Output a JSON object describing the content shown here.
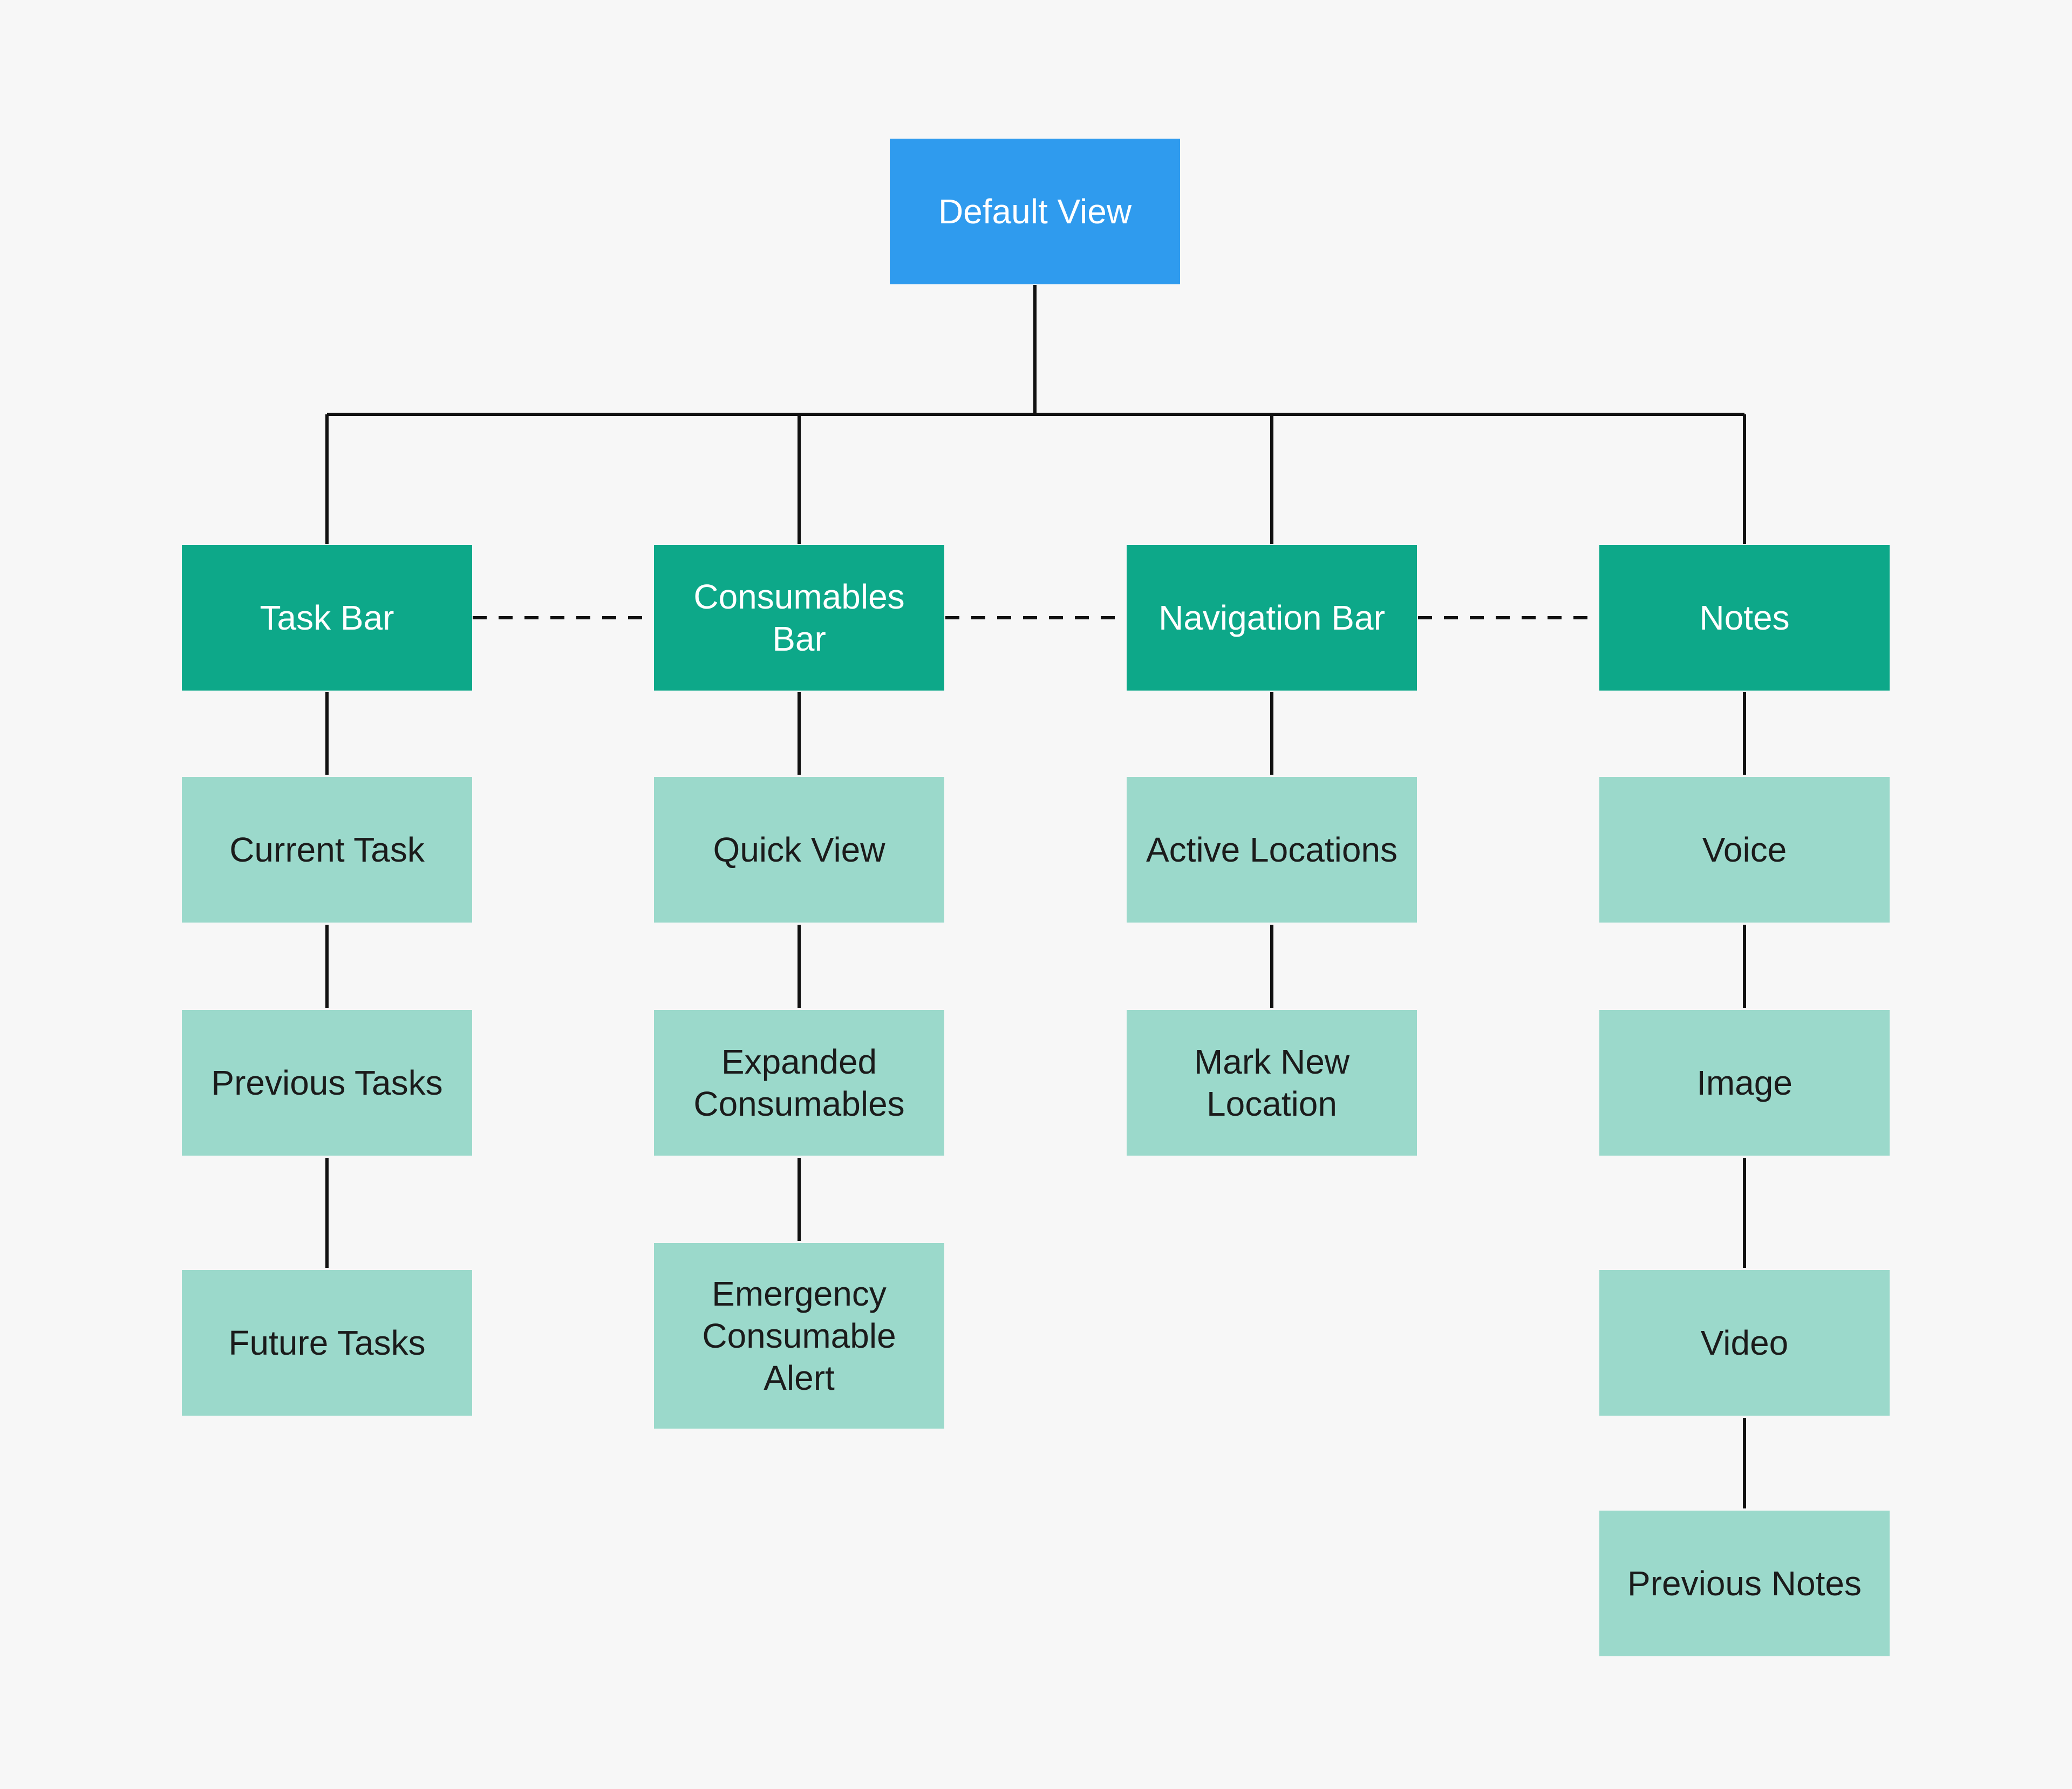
{
  "colors": {
    "background": "#f7f7f7",
    "root": "#2f9bee",
    "group": "#0da889",
    "leaf": "#9bd9cb",
    "connector": "#111111"
  },
  "root": {
    "label": "Default View"
  },
  "groups": [
    {
      "label": "Task Bar",
      "children": [
        "Current Task",
        "Previous Tasks",
        "Future Tasks"
      ]
    },
    {
      "label": "Consumables Bar",
      "children": [
        "Quick View",
        "Expanded Consumables",
        "Emergency Consumable Alert"
      ]
    },
    {
      "label": "Navigation Bar",
      "children": [
        "Active Locations",
        "Mark New Location"
      ]
    },
    {
      "label": "Notes",
      "children": [
        "Voice",
        "Image",
        "Video",
        "Previous Notes"
      ]
    }
  ]
}
